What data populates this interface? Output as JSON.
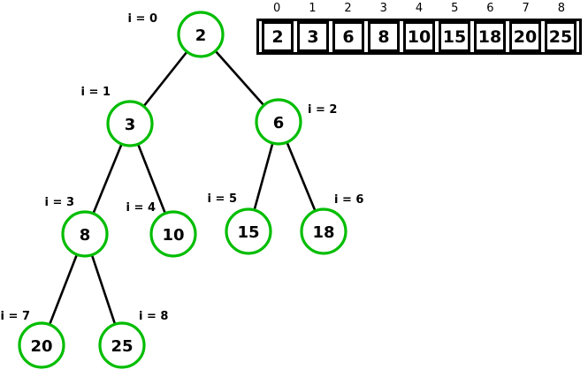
{
  "tree": {
    "nodes": [
      {
        "value": "2",
        "index_label": "i = 0"
      },
      {
        "value": "3",
        "index_label": "i = 1"
      },
      {
        "value": "6",
        "index_label": "i = 2"
      },
      {
        "value": "8",
        "index_label": "i = 3"
      },
      {
        "value": "10",
        "index_label": "i = 4"
      },
      {
        "value": "15",
        "index_label": "i = 5"
      },
      {
        "value": "18",
        "index_label": "i = 6"
      },
      {
        "value": "20",
        "index_label": "i = 7"
      },
      {
        "value": "25",
        "index_label": "i = 8"
      }
    ],
    "edges": [
      {
        "from": "2",
        "to": "3"
      },
      {
        "from": "2",
        "to": "6"
      },
      {
        "from": "3",
        "to": "8"
      },
      {
        "from": "3",
        "to": "10"
      },
      {
        "from": "6",
        "to": "15"
      },
      {
        "from": "6",
        "to": "18"
      },
      {
        "from": "8",
        "to": "20"
      },
      {
        "from": "8",
        "to": "25"
      }
    ]
  },
  "array": {
    "indices": [
      "0",
      "1",
      "2",
      "3",
      "4",
      "5",
      "6",
      "7",
      "8"
    ],
    "values": [
      "2",
      "3",
      "6",
      "8",
      "10",
      "15",
      "18",
      "20",
      "25"
    ]
  },
  "colors": {
    "node_stroke": "#00bd00",
    "edge": "#000000",
    "text": "#000000",
    "background": "#ffffff"
  }
}
